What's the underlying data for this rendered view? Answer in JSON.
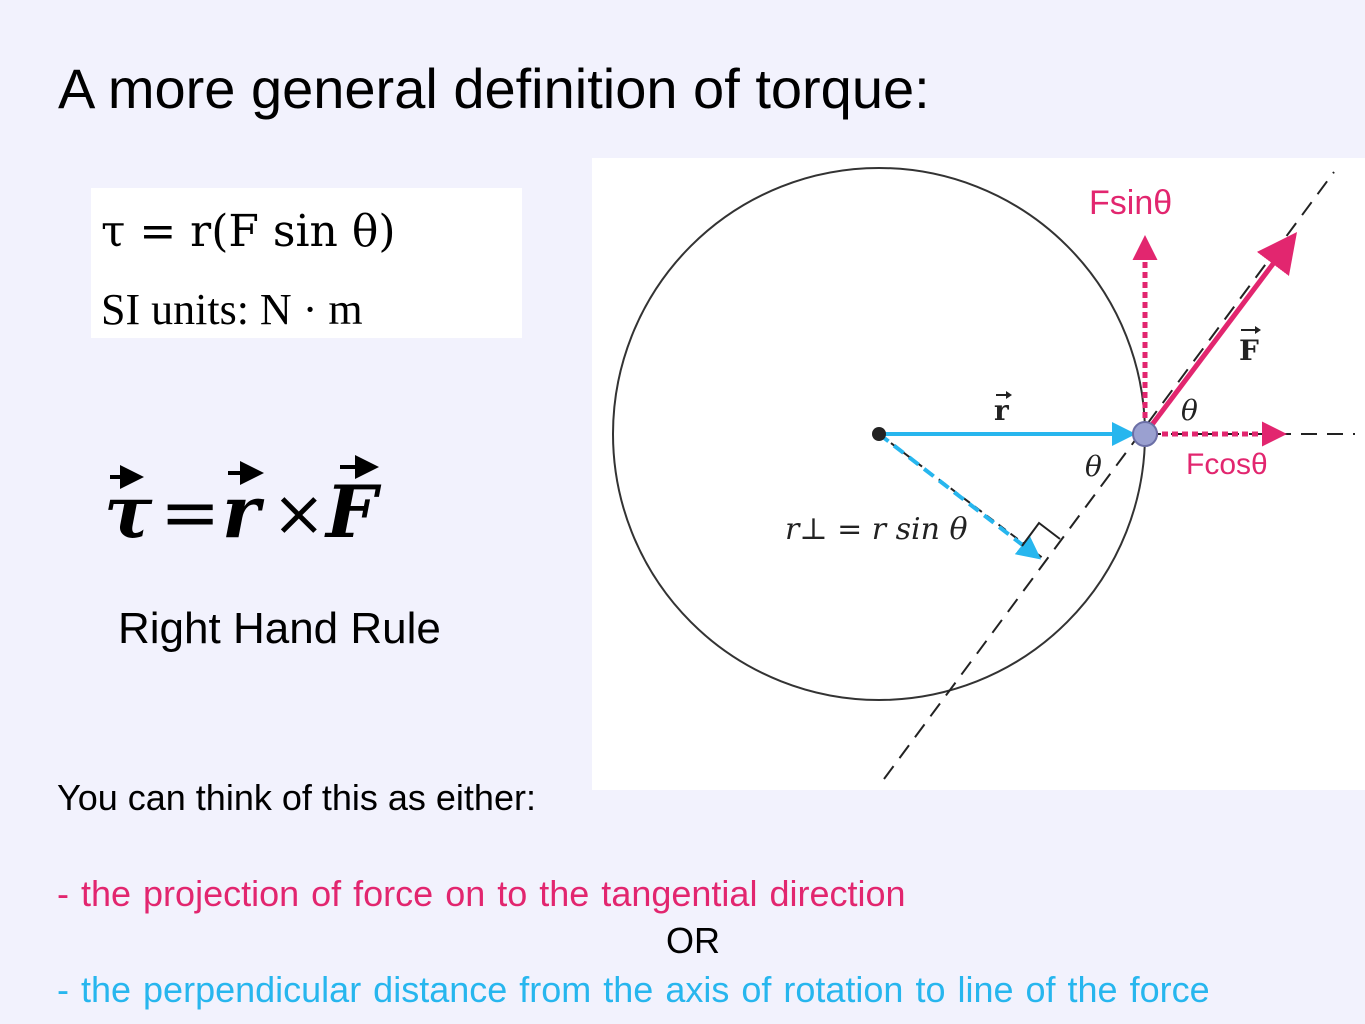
{
  "title": "A more general definition of torque:",
  "formula_box": {
    "torque_equation": "τ = r(F sin θ)",
    "si_units": "SI units: N · m"
  },
  "cross_product": {
    "tau": "τ",
    "equals": "=",
    "r": "r",
    "times": "×",
    "F": "F"
  },
  "right_hand_rule": "Right Hand Rule",
  "diagram": {
    "fsin_label": "Fsinθ",
    "fcos_label": "Fcosθ",
    "f_vector_label": "F",
    "r_vector_label": "r",
    "theta_top": "θ",
    "theta_bottom": "θ",
    "r_perp_label": "r⊥ = r sin θ",
    "colors": {
      "force": "#e2266f",
      "radius": "#27b6ee",
      "circle": "#333333",
      "pivot_fill": "#9aa0d0"
    }
  },
  "explanation": {
    "intro": "You can think of this as either:",
    "tangential": "- the projection of force on to the tangential direction",
    "or": "OR",
    "perpendicular": "- the perpendicular distance from the axis of rotation to line of the force",
    "colors": {
      "tangential": "#e2266f",
      "perpendicular": "#27b6ee"
    }
  }
}
